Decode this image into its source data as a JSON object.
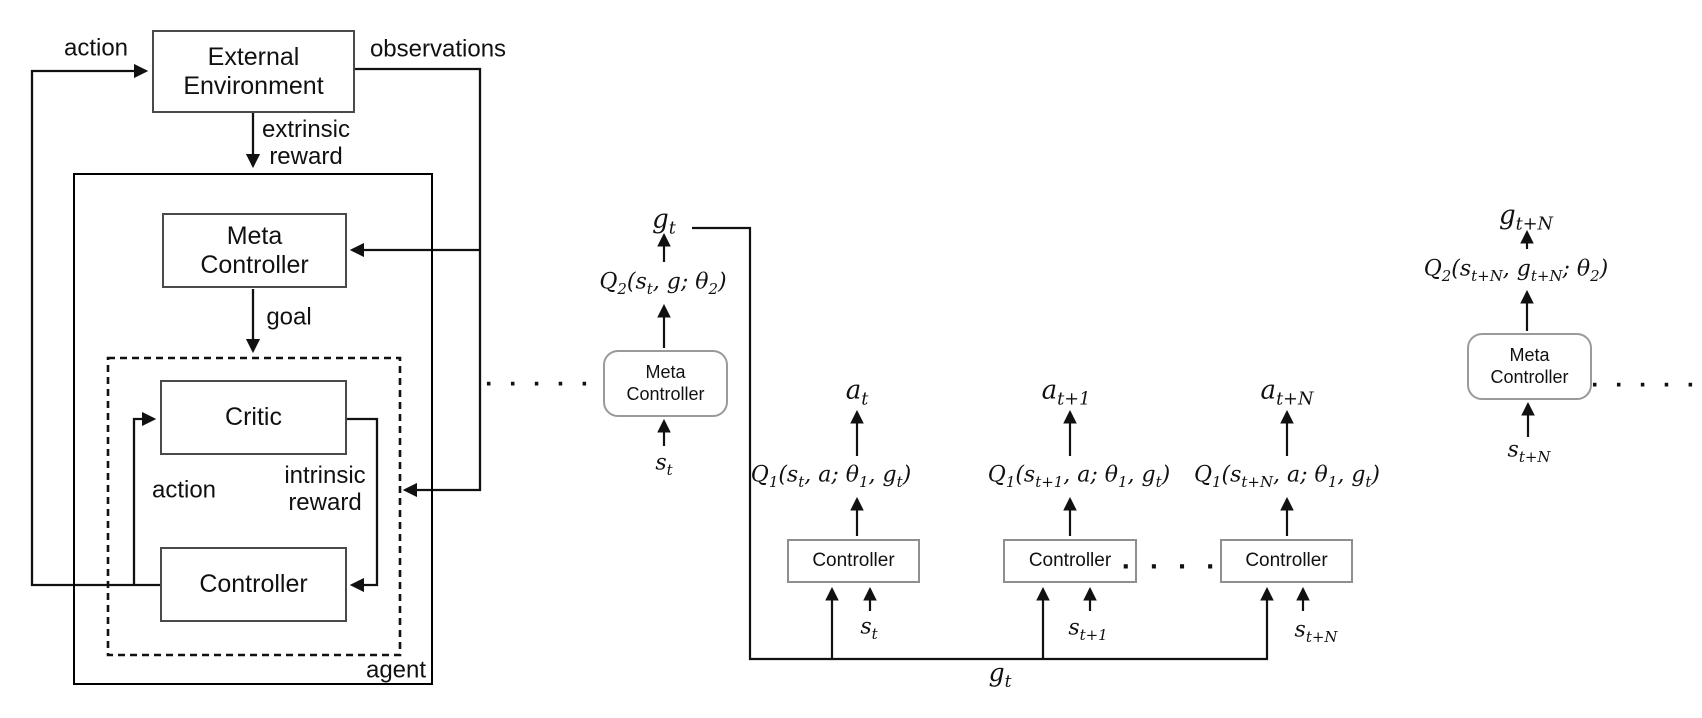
{
  "left": {
    "labels": {
      "action_top": "action",
      "observations": "observations",
      "extrinsic_reward": "extrinsic reward",
      "goal": "goal",
      "action_inner": "action",
      "intrinsic_reward": "intrinsic reward",
      "agent": "agent"
    },
    "boxes": {
      "external_environment": "External Environment",
      "meta_controller": "Meta Controller",
      "critic": "Critic",
      "controller": "Controller"
    }
  },
  "right": {
    "ellipsis_left": ". . . . . .",
    "ellipsis_between_controllers": ". . . .",
    "ellipsis_right": ". . . . . .",
    "goal_bus_label": "g_t",
    "meta_controller_t": {
      "goal_out": "g_t",
      "q": "Q_2(s_t, g; θ_2)",
      "label": "Meta Controller",
      "state_in": "s_t"
    },
    "controllers": [
      {
        "action": "a_t",
        "q": "Q_1(s_t, a; θ_1, g_t)",
        "label": "Controller",
        "state": "s_t"
      },
      {
        "action": "a_{t+1}",
        "q": "Q_1(s_{t+1}, a; θ_1, g_t)",
        "label": "Controller",
        "state": "s_{t+1}"
      },
      {
        "action": "a_{t+N}",
        "q": "Q_1(s_{t+N}, a; θ_1, g_t)",
        "label": "Controller",
        "state": "s_{t+N}"
      }
    ],
    "meta_controller_tN": {
      "goal_out": "g_{t+N}",
      "q": "Q_2(s_{t+N}, g_{t+N}; θ_2)",
      "label": "Meta Controller",
      "state_in": "s_{t+N}"
    }
  },
  "colors": {
    "background": "#ffffff",
    "line": "#111111",
    "box_border": "#4a4a4a",
    "light_border": "#8f8f8f",
    "text": "#111111"
  }
}
